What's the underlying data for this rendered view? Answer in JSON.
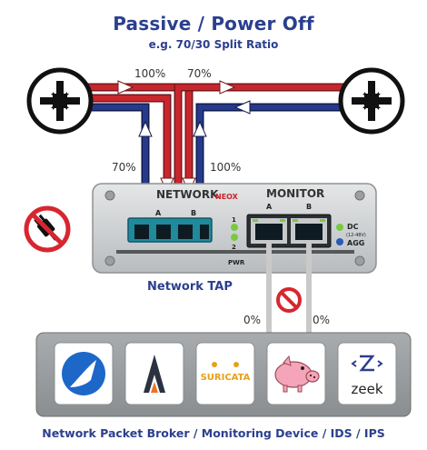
{
  "header": {
    "title": "Passive / Power Off",
    "subtitle": "e.g. 70/30 Split Ratio"
  },
  "links": {
    "top_left": "100%",
    "top_right": "70%",
    "mid_left": "70%",
    "mid_right": "100%",
    "monitor_a": "0%",
    "monitor_b": "0%"
  },
  "tap": {
    "network_label": "NETWORK",
    "brand": "NEOX",
    "port_a": "A",
    "port_b": "B",
    "monitor_label": "MONITOR",
    "monitor_a": "A",
    "monitor_b": "B",
    "led_1": "1",
    "led_2": "2",
    "dc_label": "DC",
    "dc_voltage": "(12-48V)",
    "agg_label": "AGG",
    "pwr_label": "PWR",
    "caption": "Network TAP"
  },
  "tools": [
    {
      "name": "wireshark",
      "icon": "wireshark-logo-icon"
    },
    {
      "name": "arkime",
      "icon": "arkime-logo-icon"
    },
    {
      "name": "SURICATA",
      "icon": "suricata-logo-icon"
    },
    {
      "name": "snort",
      "icon": "snort-pig-icon"
    },
    {
      "name": "zeek",
      "icon": "zeek-logo-icon"
    }
  ],
  "footer": {
    "caption": "Network Packet Broker / Monitoring Device / IDS / IPS"
  },
  "colors": {
    "title": "#2b3f8f",
    "red_link": "#c8262d",
    "blue_link": "#263a8c",
    "monitor_link": "#c9c9c9",
    "no_symbol": "#d7262f",
    "tap_body": "#cfd2d4",
    "port_teal": "#1f8a9c",
    "led_green": "#7ac943",
    "led_blue": "#2a59b8"
  }
}
